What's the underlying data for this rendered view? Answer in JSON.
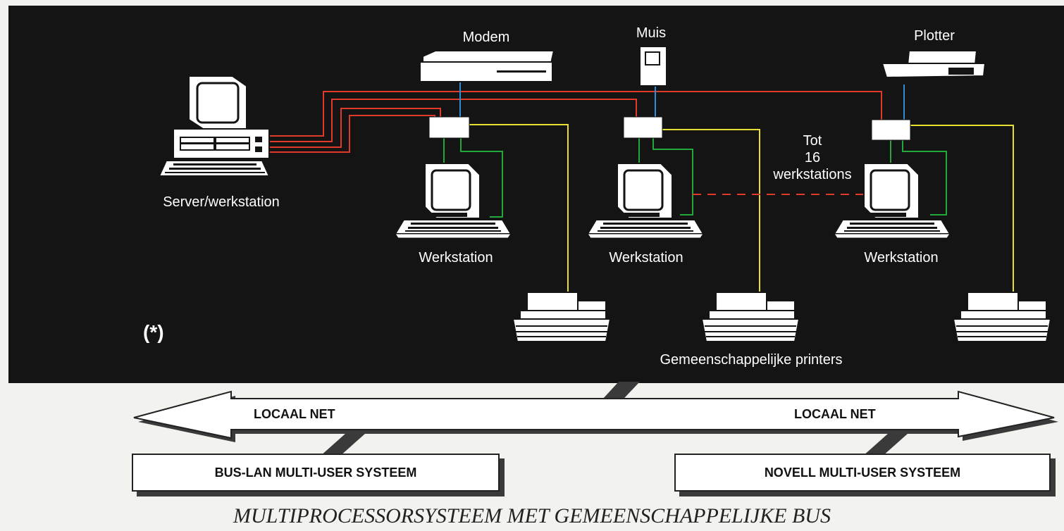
{
  "devices": {
    "modem_label": "Modem",
    "mouse_label": "Muis",
    "plotter_label": "Plotter",
    "server_label": "Server/werkstation",
    "workstation_labels": [
      "Werkstation",
      "Werkstation",
      "Werkstation"
    ],
    "printers_label": "Gemeenschappelijke printers"
  },
  "annotation": {
    "line1": "Tot",
    "line2": "16",
    "line3": "werkstations",
    "asterisk": "(*)"
  },
  "network": {
    "left_label": "LOCAAL NET",
    "right_label": "LOCAAL NET"
  },
  "systems": {
    "left": "BUS-LAN MULTI-USER SYSTEEM",
    "right": "NOVELL MULTI-USER SYSTEEM"
  },
  "caption": "MULTIPROCESSORSYSTEEM MET GEMEENSCHAPPELIJKE BUS",
  "colors": {
    "panel": "#141414",
    "server_link": "#e03a2a",
    "device_link": "#2e8fd8",
    "workstation_link": "#22a83a",
    "printer_link": "#e8e030"
  }
}
